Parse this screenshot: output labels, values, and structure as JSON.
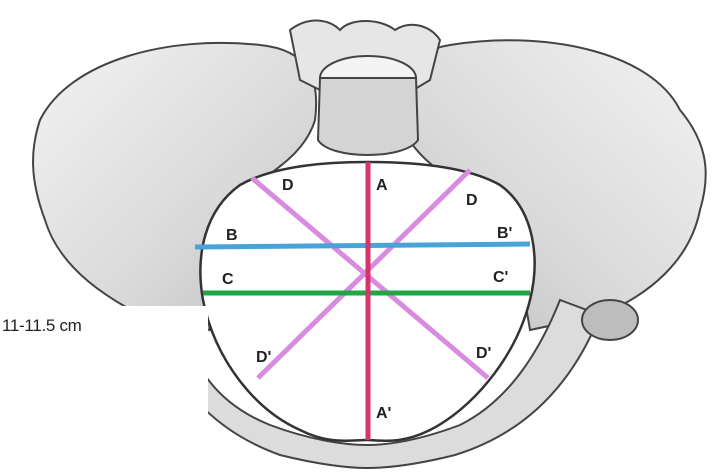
{
  "diagram": {
    "labels": {
      "A": "A",
      "A_prime": "A'",
      "B": "B",
      "B_prime": "B'",
      "C": "C",
      "C_prime": "C'",
      "D_left": "D",
      "D_right": "D",
      "D_prime_left": "D'",
      "D_prime_right": "D'"
    },
    "side_note": "11-11.5 cm",
    "colors": {
      "line_A": "#d6336c",
      "line_B": "#4aa3d8",
      "line_C": "#22a545",
      "line_D": "#d98be0",
      "bone": "#e8e8e8",
      "bone_shade": "#9a9a9a",
      "outline": "#444444"
    }
  }
}
